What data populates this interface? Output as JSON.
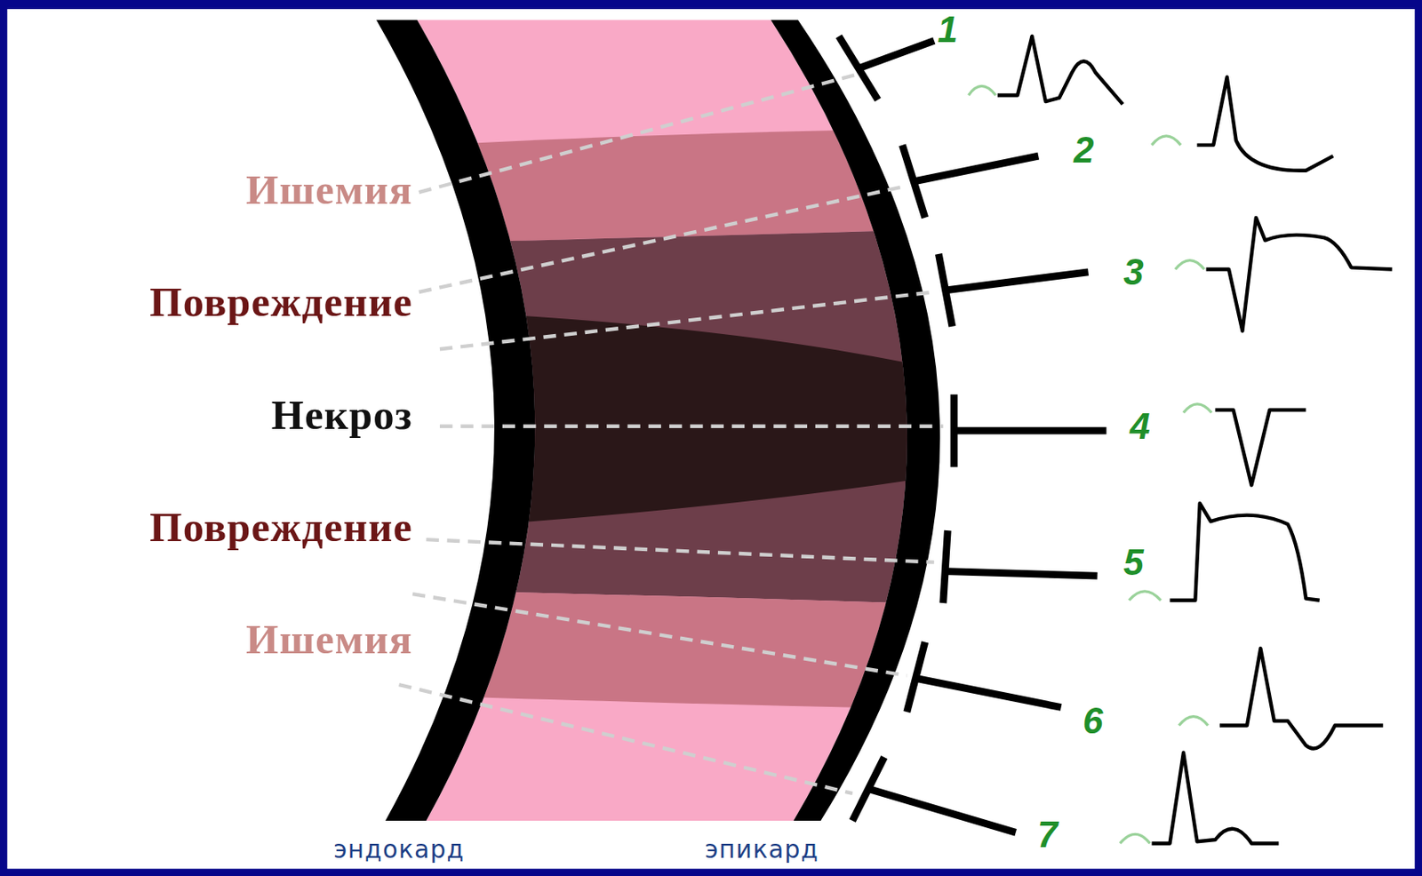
{
  "diagram": {
    "labels": [
      "Ишемия",
      "Повреждение",
      "Некроз",
      "Повреждение",
      "Ишемия",
      "1",
      "2",
      "3",
      "4",
      "5",
      "6",
      "7",
      "эндокард",
      "эпикард"
    ]
  }
}
